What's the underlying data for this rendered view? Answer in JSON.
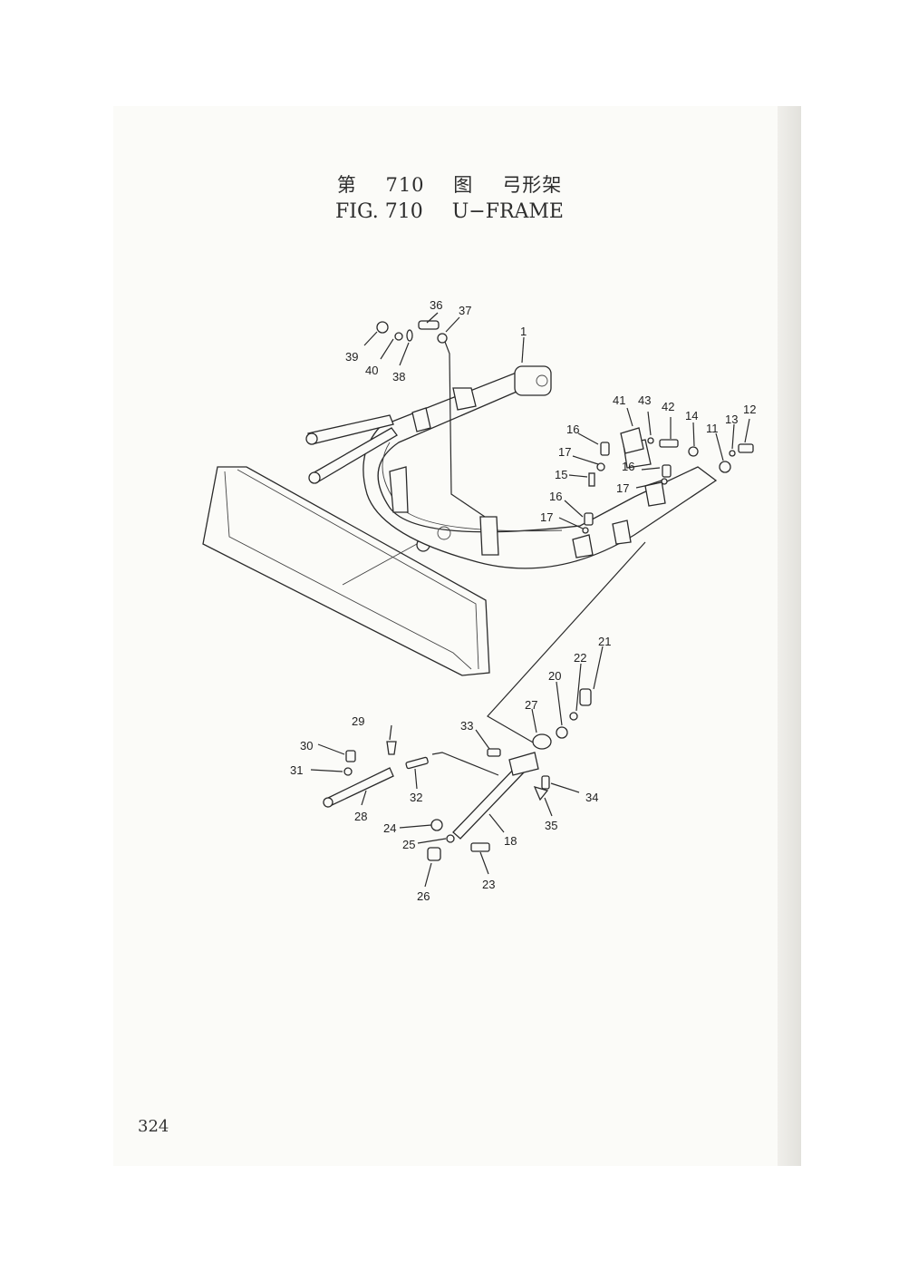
{
  "figure": {
    "title_cn_number": "第 710 图",
    "title_cn_name": "弓形架",
    "title_en_number": "FIG. 710",
    "title_en_name": "U−FRAME"
  },
  "page_number": "324",
  "part_labels": [
    "1",
    "11",
    "12",
    "13",
    "14",
    "15",
    "16",
    "16",
    "16",
    "17",
    "17",
    "17",
    "18",
    "20",
    "21",
    "22",
    "23",
    "24",
    "25",
    "26",
    "27",
    "28",
    "29",
    "30",
    "31",
    "32",
    "33",
    "34",
    "35",
    "36",
    "37",
    "38",
    "39",
    "40",
    "41",
    "42",
    "43"
  ]
}
